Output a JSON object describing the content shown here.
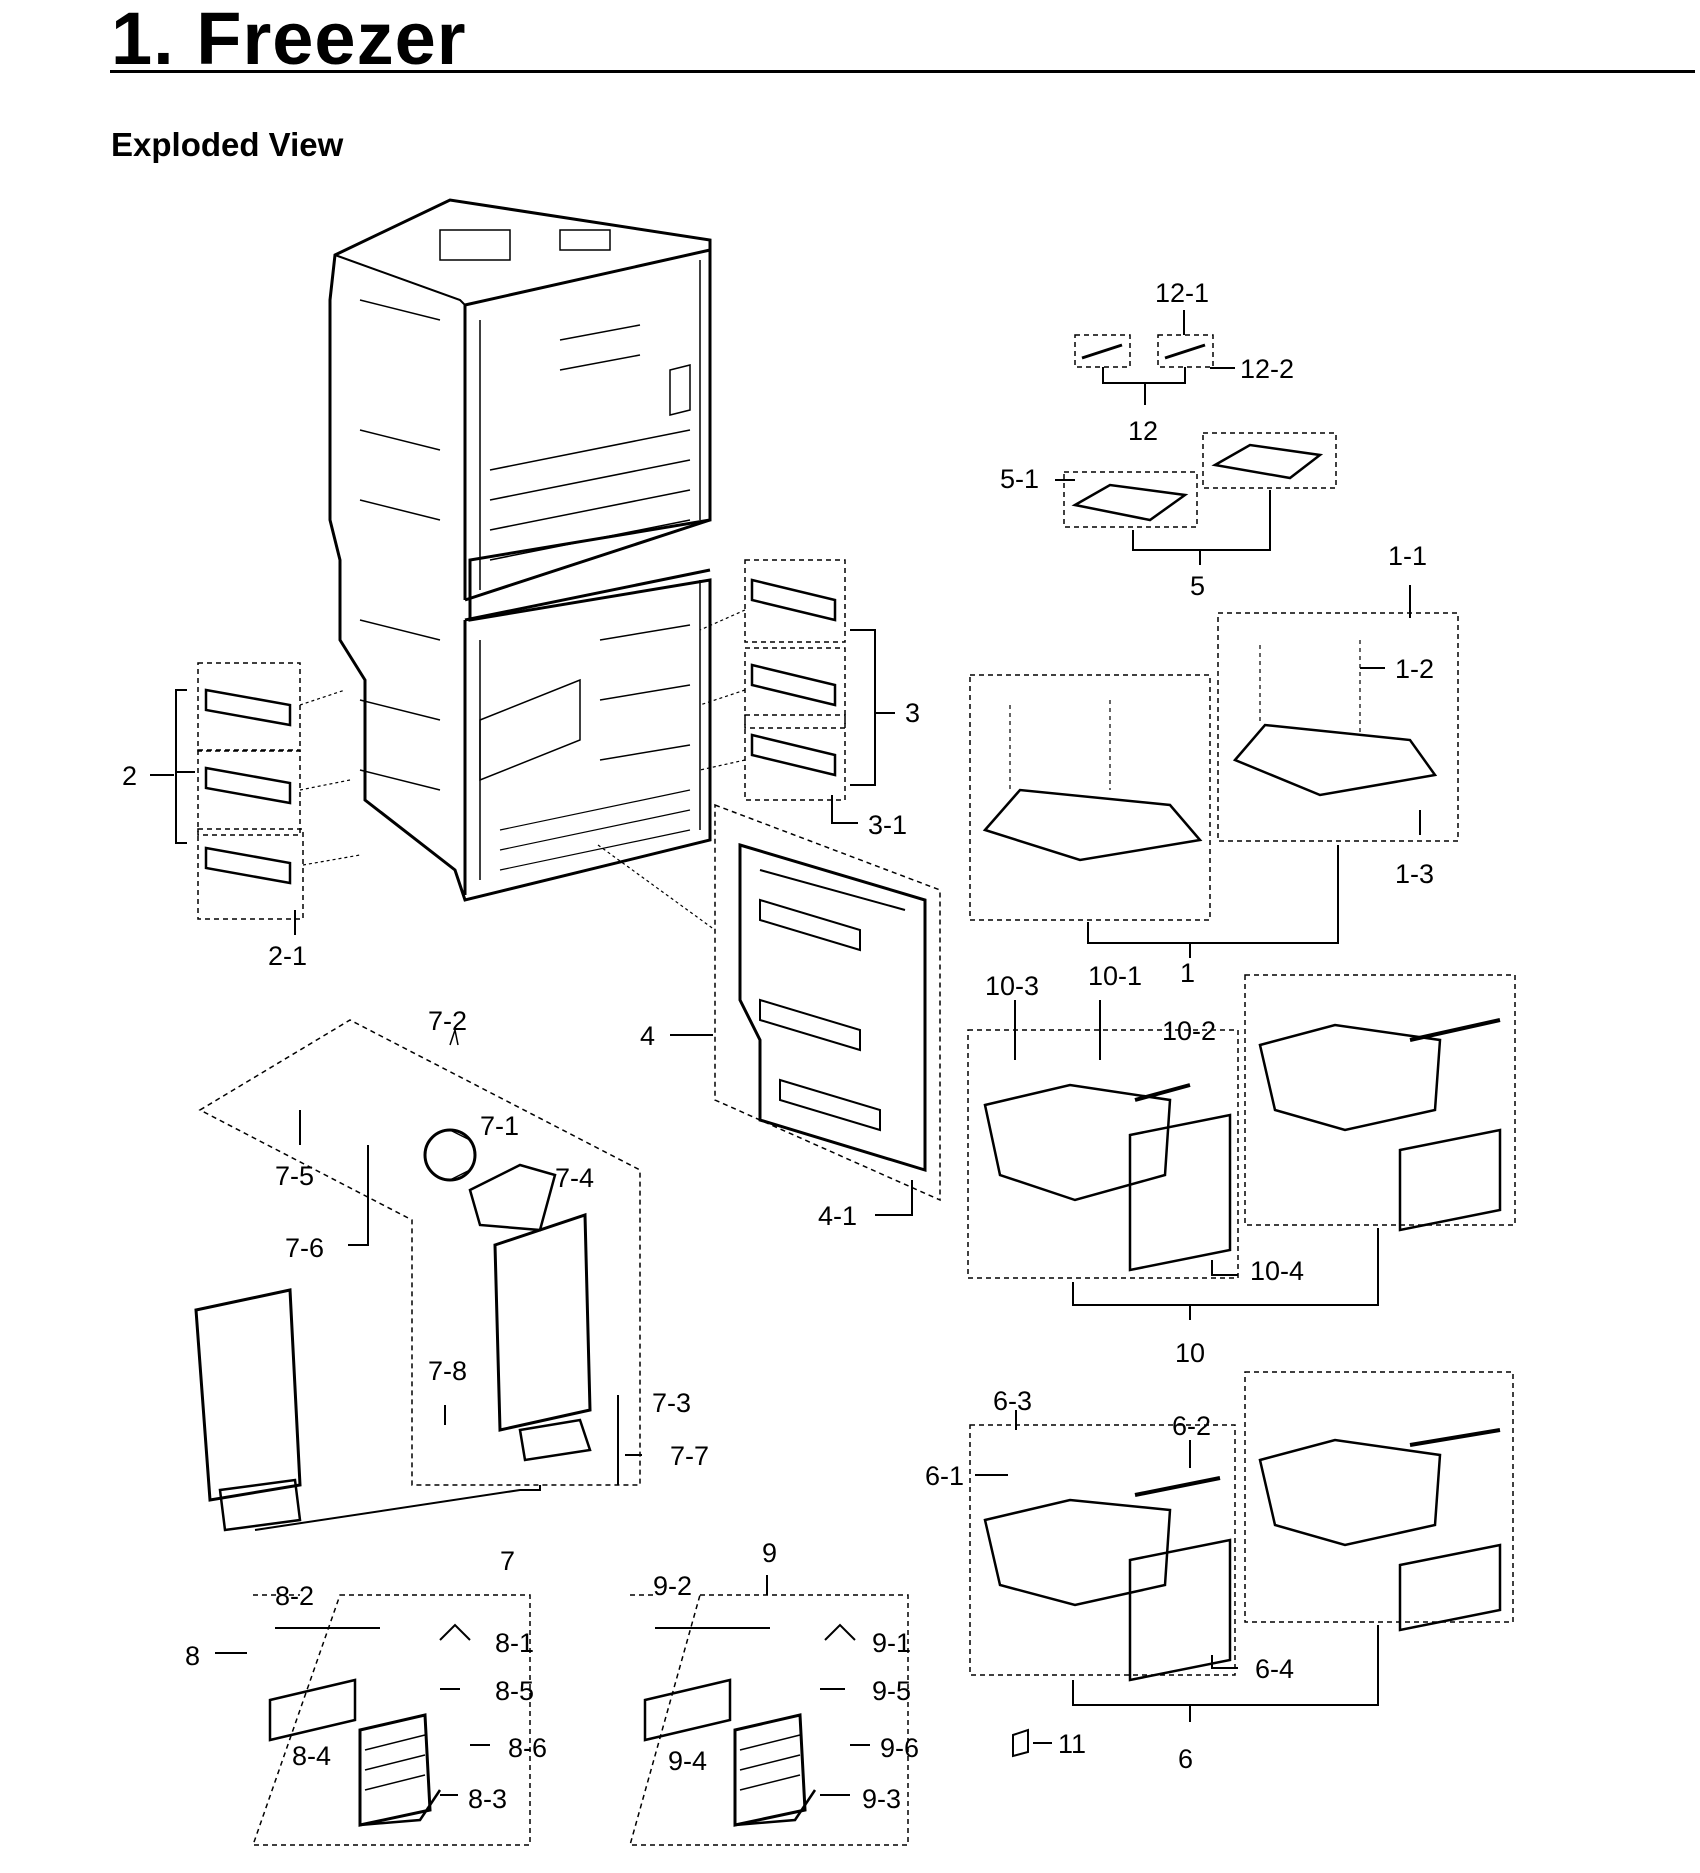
{
  "page": {
    "title": "1.  Freezer",
    "subtitle": "Exploded View"
  },
  "callouts": [
    {
      "id": "c-12-1",
      "text": "12-1"
    },
    {
      "id": "c-12-2",
      "text": "12-2"
    },
    {
      "id": "c-12",
      "text": "12"
    },
    {
      "id": "c-5-1",
      "text": "5-1"
    },
    {
      "id": "c-5",
      "text": "5"
    },
    {
      "id": "c-1-1",
      "text": "1-1"
    },
    {
      "id": "c-1-2",
      "text": "1-2"
    },
    {
      "id": "c-1-3",
      "text": "1-3"
    },
    {
      "id": "c-1",
      "text": "1"
    },
    {
      "id": "c-2",
      "text": "2"
    },
    {
      "id": "c-2-1",
      "text": "2-1"
    },
    {
      "id": "c-3",
      "text": "3"
    },
    {
      "id": "c-3-1",
      "text": "3-1"
    },
    {
      "id": "c-4",
      "text": "4"
    },
    {
      "id": "c-4-1",
      "text": "4-1"
    },
    {
      "id": "c-10-3",
      "text": "10-3"
    },
    {
      "id": "c-10-1",
      "text": "10-1"
    },
    {
      "id": "c-10-2",
      "text": "10-2"
    },
    {
      "id": "c-10-4",
      "text": "10-4"
    },
    {
      "id": "c-10",
      "text": "10"
    },
    {
      "id": "c-7-2",
      "text": "7-2"
    },
    {
      "id": "c-7-1",
      "text": "7-1"
    },
    {
      "id": "c-7-5",
      "text": "7-5"
    },
    {
      "id": "c-7-4",
      "text": "7-4"
    },
    {
      "id": "c-7-6",
      "text": "7-6"
    },
    {
      "id": "c-7-8",
      "text": "7-8"
    },
    {
      "id": "c-7-3",
      "text": "7-3"
    },
    {
      "id": "c-7-7",
      "text": "7-7"
    },
    {
      "id": "c-7",
      "text": "7"
    },
    {
      "id": "c-6-3",
      "text": "6-3"
    },
    {
      "id": "c-6-2",
      "text": "6-2"
    },
    {
      "id": "c-6-1",
      "text": "6-1"
    },
    {
      "id": "c-6-4",
      "text": "6-4"
    },
    {
      "id": "c-6",
      "text": "6"
    },
    {
      "id": "c-11",
      "text": "11"
    },
    {
      "id": "c-8",
      "text": "8"
    },
    {
      "id": "c-8-2",
      "text": "8-2"
    },
    {
      "id": "c-8-1",
      "text": "8-1"
    },
    {
      "id": "c-8-5",
      "text": "8-5"
    },
    {
      "id": "c-8-4",
      "text": "8-4"
    },
    {
      "id": "c-8-6",
      "text": "8-6"
    },
    {
      "id": "c-8-3",
      "text": "8-3"
    },
    {
      "id": "c-9",
      "text": "9"
    },
    {
      "id": "c-9-2",
      "text": "9-2"
    },
    {
      "id": "c-9-1",
      "text": "9-1"
    },
    {
      "id": "c-9-5",
      "text": "9-5"
    },
    {
      "id": "c-9-4",
      "text": "9-4"
    },
    {
      "id": "c-9-6",
      "text": "9-6"
    },
    {
      "id": "c-9-3",
      "text": "9-3"
    }
  ]
}
